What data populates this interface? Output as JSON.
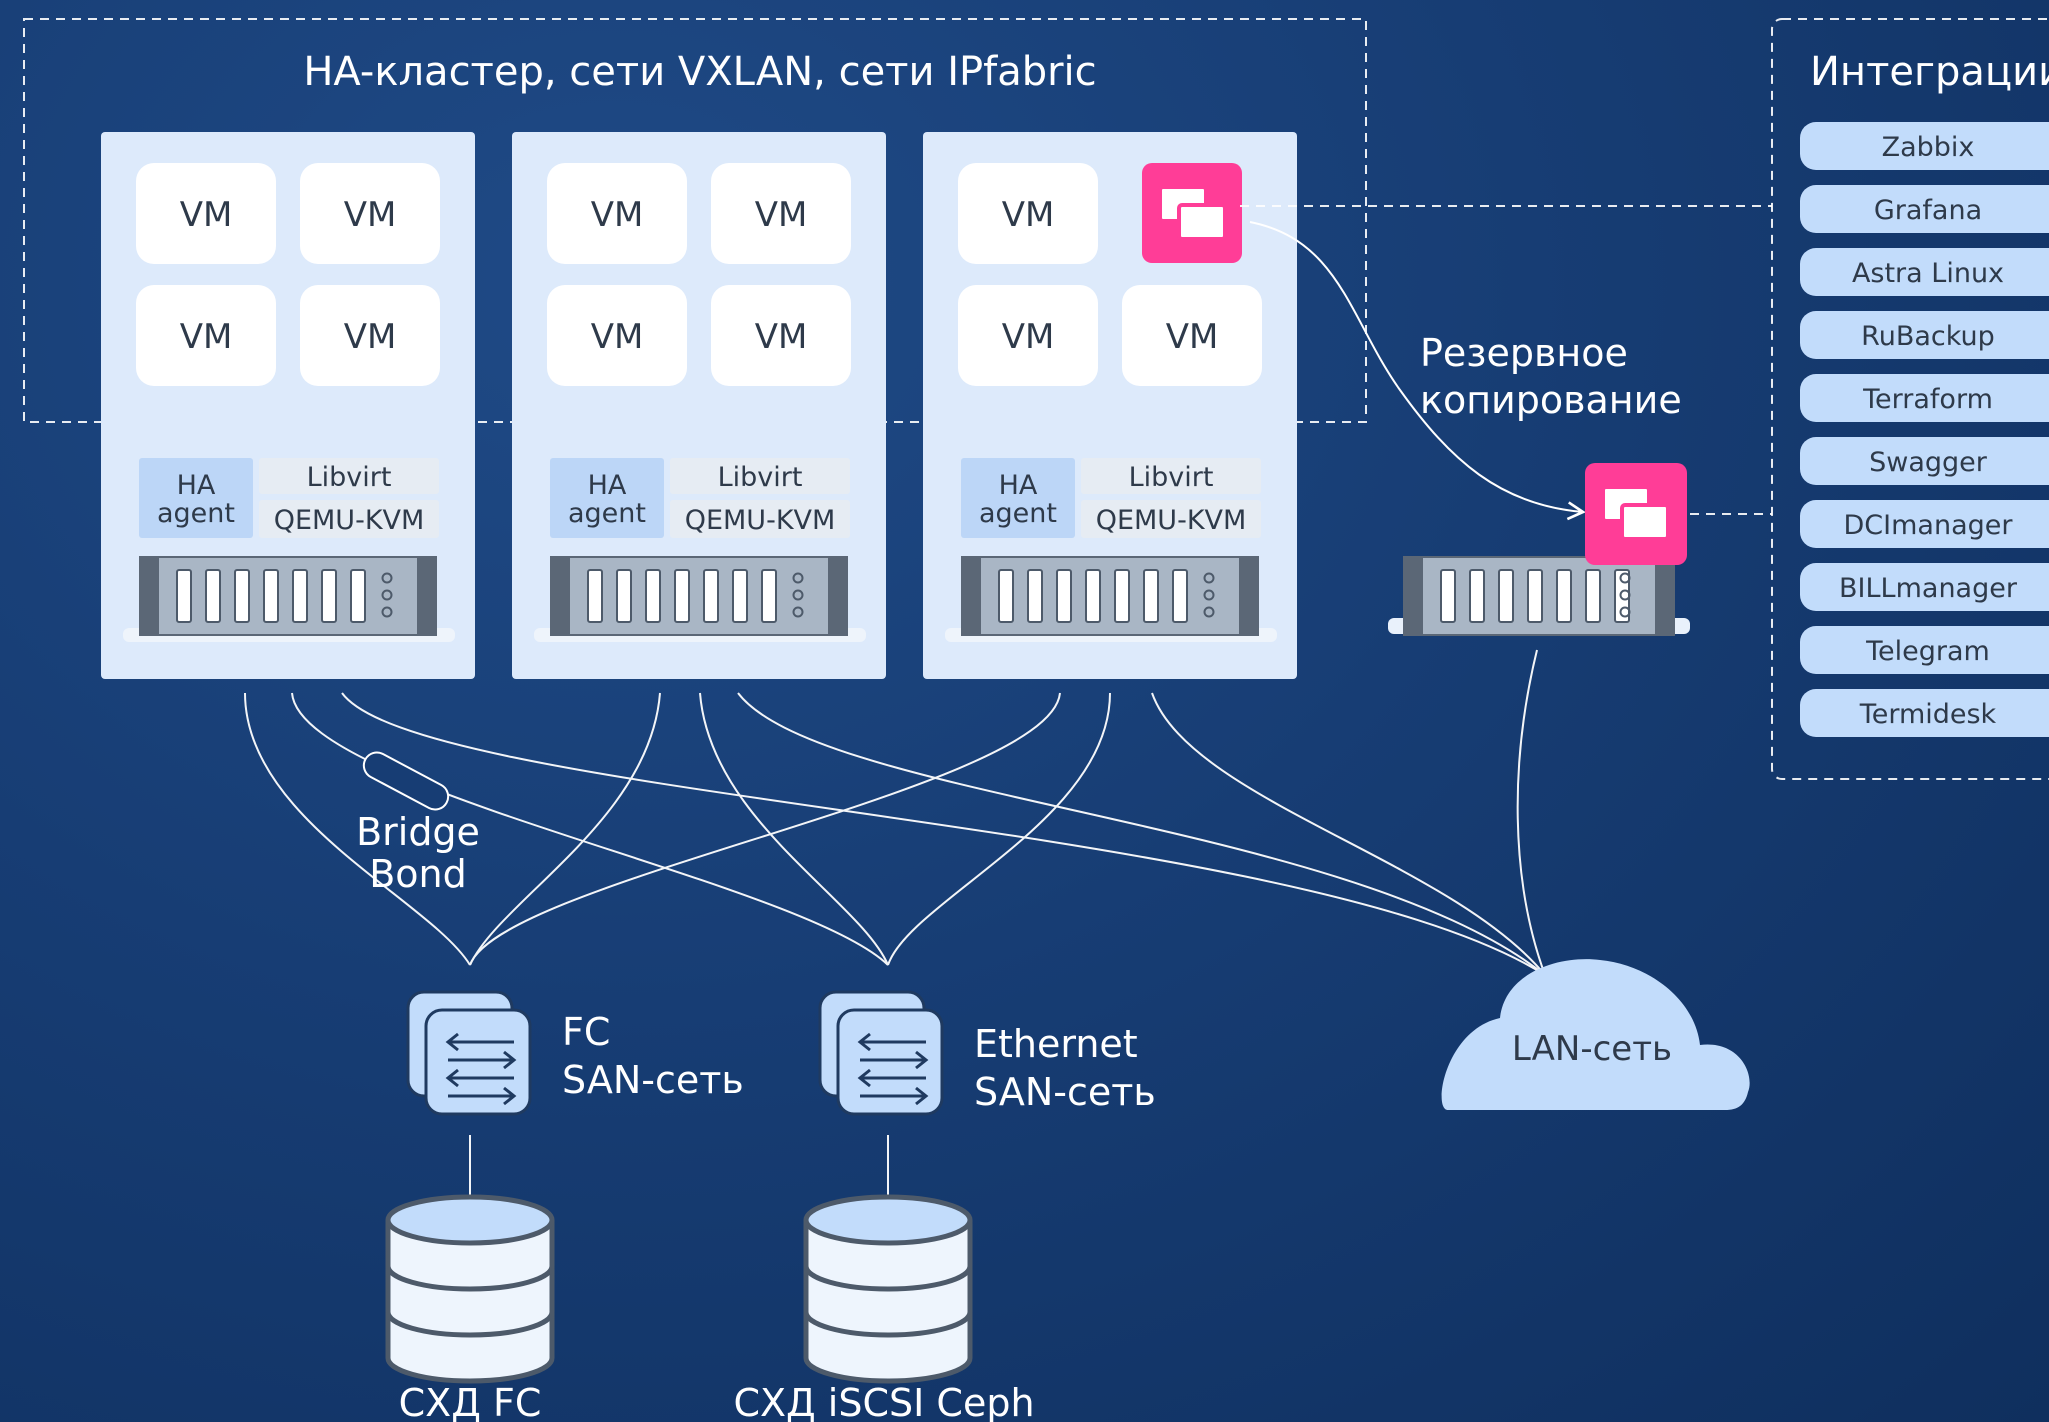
{
  "cluster": {
    "title": "HA-кластер,  сети VXLAN, сети IPfabric",
    "vm_label": "VM",
    "ha_agent_line1": "HA",
    "ha_agent_line2": "agent",
    "libvirt": "Libvirt",
    "qemu": "QEMU-KVM"
  },
  "backup": {
    "line1": "Резервное",
    "line2": "копирование"
  },
  "integrations": {
    "title": "Интеграции",
    "items": [
      "Zabbix",
      "Grafana",
      "Astra Linux",
      "RuBackup",
      "Terraform",
      "Swagger",
      "DCImanager",
      "BILLmanager",
      "Telegram",
      "Termidesk"
    ]
  },
  "bridge_bond": {
    "line1": "Bridge",
    "line2": "Bond"
  },
  "switches": {
    "fc_line1": "FC",
    "fc_line2": "SAN-сеть",
    "eth_line1": "Ethernet",
    "eth_line2": "SAN-сеть"
  },
  "lan": {
    "label": "LAN-сеть"
  },
  "storage": {
    "fc": "СХД FC",
    "iscsi": "СХД iSCSI Ceph"
  },
  "colors": {
    "accent_pink": "#ff3d97",
    "panel_light": "#ddeafb",
    "pill_blue": "#c2dcfb",
    "line_white": "#ffffff"
  }
}
